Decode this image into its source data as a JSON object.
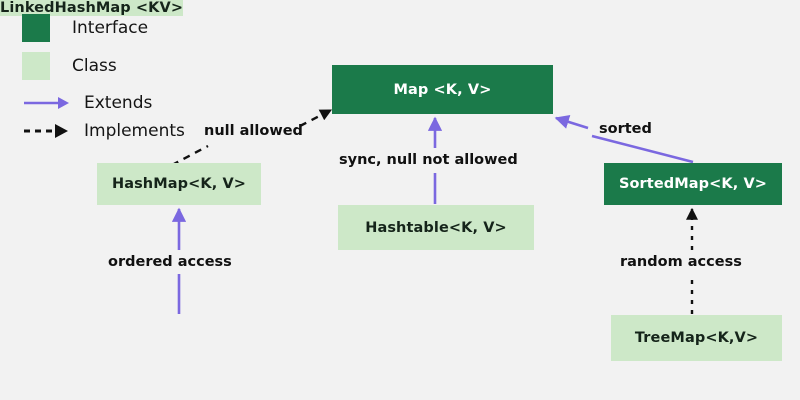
{
  "diagram": {
    "title": "Java Map hierarchy diagram",
    "background_color": "#f2f2f2",
    "interface_color": "#1b7a4a",
    "class_color": "#cde8c8",
    "extends_color": "#7b68e0",
    "implements_color": "#111111"
  },
  "legend": {
    "items": [
      {
        "label": "Interface",
        "kind": "swatch",
        "color": "#1b7a4a"
      },
      {
        "label": "Class",
        "kind": "swatch",
        "color": "#cde8c8"
      },
      {
        "label": "Extends",
        "kind": "solid-arrow",
        "color": "#7b68e0"
      },
      {
        "label": "Implements",
        "kind": "dashed-arrow",
        "color": "#111111"
      }
    ]
  },
  "nodes": [
    {
      "id": "map",
      "label": "Map <K, V>",
      "type": "interface"
    },
    {
      "id": "hashmap",
      "label": "HashMap<K, V>",
      "type": "class"
    },
    {
      "id": "hashtable",
      "label": "Hashtable<K, V>",
      "type": "class"
    },
    {
      "id": "sortedmap",
      "label": "SortedMap<K, V>",
      "type": "interface"
    },
    {
      "id": "linkedhashmap",
      "label": "LinkedHashMap <KV>",
      "type": "class"
    },
    {
      "id": "treemap",
      "label": "TreeMap<K,V>",
      "type": "class"
    }
  ],
  "edges": [
    {
      "from": "hashmap",
      "to": "map",
      "label": "null allowed",
      "style": "implements"
    },
    {
      "from": "hashtable",
      "to": "map",
      "label": "sync, null not allowed",
      "style": "extends"
    },
    {
      "from": "sortedmap",
      "to": "map",
      "label": "sorted",
      "style": "extends"
    },
    {
      "from": "linkedhashmap",
      "to": "hashmap",
      "label": "ordered access",
      "style": "extends"
    },
    {
      "from": "treemap",
      "to": "sortedmap",
      "label": "random access",
      "style": "implements"
    }
  ]
}
